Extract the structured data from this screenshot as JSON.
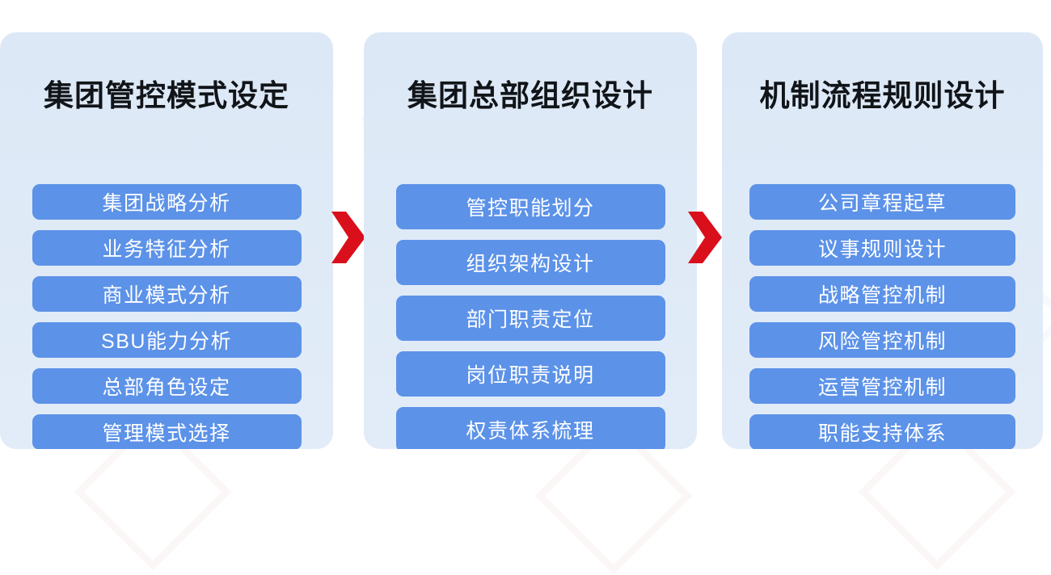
{
  "diagram": {
    "type": "three-stage-process-flow",
    "accent_pill_color": "#5c92e8",
    "panel_background_color": "#dfeaf7",
    "arrow_color": "#d9101b",
    "title_color": "#111418",
    "pill_text_color": "#ffffff",
    "page_background_color": "#ffffff",
    "connectors": [
      {
        "name": "chevron-arrow-1",
        "icon": "chevron-right-icon",
        "from": 1,
        "to": 2
      },
      {
        "name": "chevron-arrow-2",
        "icon": "chevron-right-icon",
        "from": 2,
        "to": 3
      }
    ],
    "stages": [
      {
        "title": "集团管控模式设定",
        "items": [
          "集团战略分析",
          "业务特征分析",
          "商业模式分析",
          "SBU能力分析",
          "总部角色设定",
          "管理模式选择"
        ]
      },
      {
        "title": "集团总部组织设计",
        "items": [
          "管控职能划分",
          "组织架构设计",
          "部门职责定位",
          "岗位职责说明",
          "权责体系梳理"
        ]
      },
      {
        "title": "机制流程规则设计",
        "items": [
          "公司章程起草",
          "议事规则设计",
          "战略管控机制",
          "风险管控机制",
          "运营管控机制",
          "职能支持体系"
        ]
      }
    ]
  }
}
